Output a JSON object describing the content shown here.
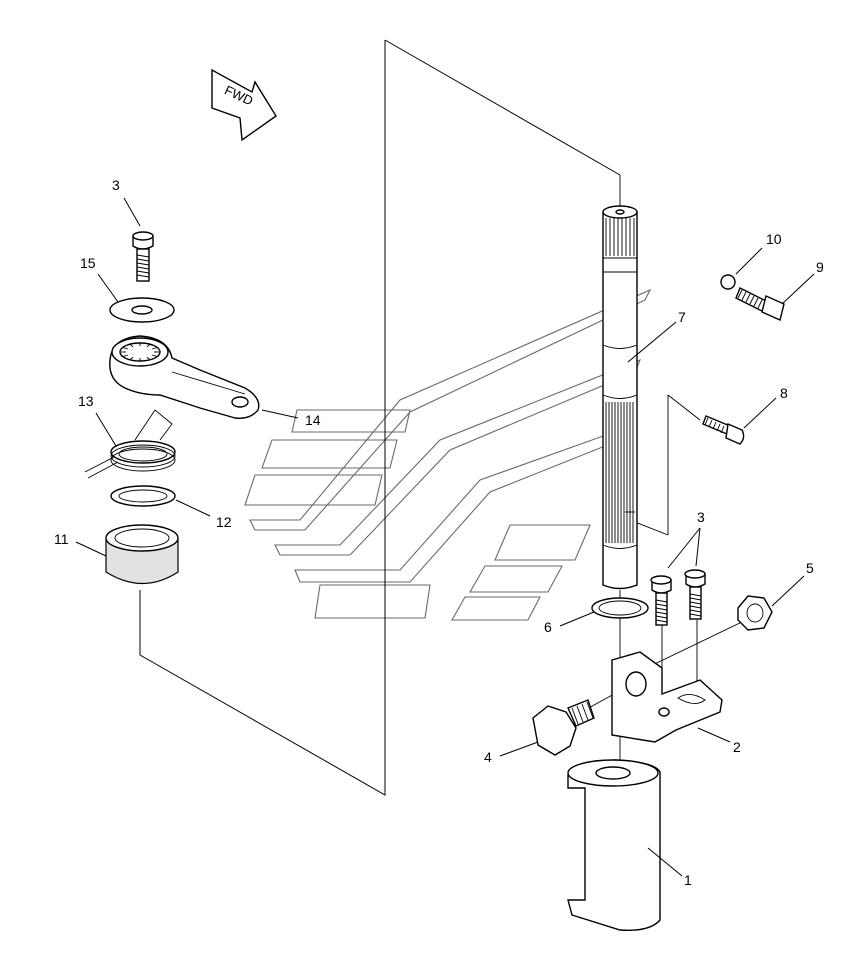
{
  "labels": {
    "p1": "1",
    "p2": "2",
    "p3a": "3",
    "p3b": "3",
    "p4": "4",
    "p5": "5",
    "p6": "6",
    "p7": "7",
    "p8": "8",
    "p9": "9",
    "p10": "10",
    "p11": "11",
    "p12": "12",
    "p13": "13",
    "p14": "14",
    "p15": "15"
  },
  "fwd_arrow": {
    "text": "FWD"
  }
}
